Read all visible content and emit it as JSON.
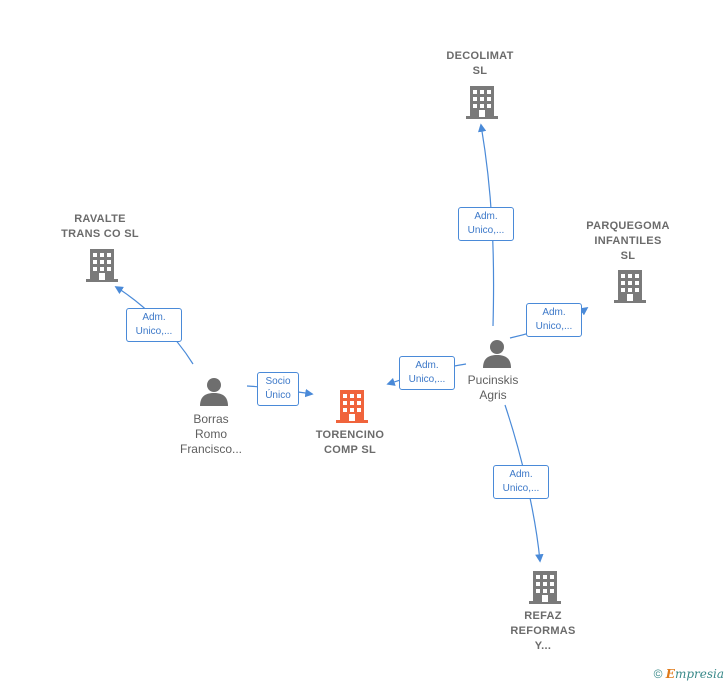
{
  "nodes": {
    "decolimat": {
      "type": "company",
      "lines": [
        "DECOLIMAT",
        "SL"
      ]
    },
    "ravalte": {
      "type": "company",
      "lines": [
        "RAVALTE",
        "TRANS CO  SL"
      ]
    },
    "parquegoma": {
      "type": "company",
      "lines": [
        "PARQUEGOMA",
        "INFANTILES",
        "SL"
      ]
    },
    "torencino": {
      "type": "company",
      "focus": true,
      "lines": [
        "TORENCINO",
        "COMP  SL"
      ]
    },
    "refaz": {
      "type": "company",
      "lines": [
        "REFAZ",
        "REFORMAS",
        "Y..."
      ]
    },
    "borras": {
      "type": "person",
      "lines": [
        "Borras",
        "Romo",
        "Francisco..."
      ]
    },
    "pucinskis": {
      "type": "person",
      "lines": [
        "Pucinskis",
        "Agris"
      ]
    }
  },
  "edges": [
    {
      "from": "pucinskis",
      "to": "decolimat",
      "label": [
        "Adm.",
        "Unico,..."
      ]
    },
    {
      "from": "pucinskis",
      "to": "parquegoma",
      "label": [
        "Adm.",
        "Unico,..."
      ]
    },
    {
      "from": "pucinskis",
      "to": "torencino",
      "label": [
        "Adm.",
        "Unico,..."
      ]
    },
    {
      "from": "pucinskis",
      "to": "refaz",
      "label": [
        "Adm.",
        "Unico,..."
      ]
    },
    {
      "from": "borras",
      "to": "ravalte",
      "label": [
        "Adm.",
        "Unico,..."
      ]
    },
    {
      "from": "borras",
      "to": "torencino",
      "label": [
        "Socio",
        "Único"
      ]
    }
  ],
  "colors": {
    "company": "#7a7a7a",
    "focus_company": "#f0643c",
    "person": "#6e6e6e",
    "edge": "#4a8ad8"
  },
  "footer": {
    "copyright": "©",
    "brand_first": "E",
    "brand_rest": "mpresia"
  }
}
